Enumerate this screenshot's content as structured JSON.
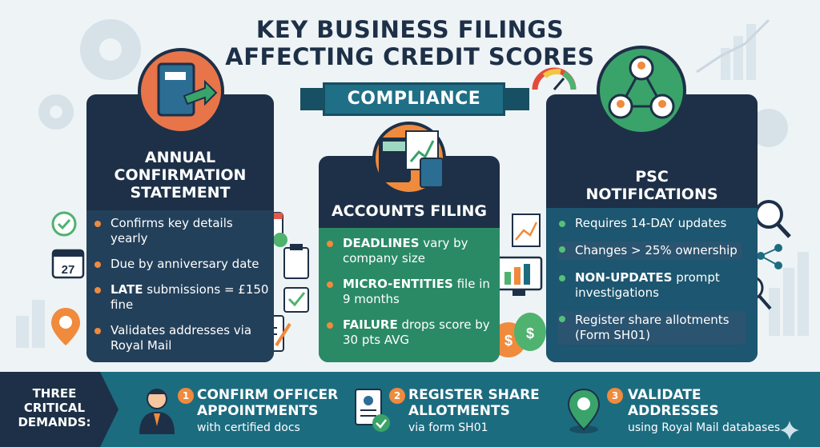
{
  "title": {
    "line1": "KEY BUSINESS FILINGS",
    "line2": "AFFECTING CREDIT SCORES"
  },
  "banner": "COMPLIANCE",
  "cards": {
    "annual": {
      "title_lines": [
        "ANNUAL",
        "CONFIRMATION",
        "STATEMENT"
      ],
      "items": [
        {
          "bold": "",
          "text": "Confirms key details yearly"
        },
        {
          "bold": "",
          "text": "Due by anniversary date"
        },
        {
          "bold": "LATE",
          "text": " submissions = £150 fine"
        },
        {
          "bold": "",
          "text": "Validates addresses via Royal Mail"
        }
      ]
    },
    "accounts": {
      "title": "ACCOUNTS FILING",
      "items": [
        {
          "bold": "DEADLINES",
          "text": " vary by company size"
        },
        {
          "bold": "MICRO-ENTITIES",
          "text": " file in 9 months"
        },
        {
          "bold": "FAILURE",
          "text": " drops score by 30 pts AVG"
        }
      ]
    },
    "psc": {
      "title_lines": [
        "PSC",
        "NOTIFICATIONS"
      ],
      "items": [
        {
          "bold": "",
          "text": "Requires 14-DAY updates"
        },
        {
          "bold": "",
          "text": "Changes > 25% ownership"
        },
        {
          "bold": "NON-UPDATES",
          "text": " prompt investigations"
        },
        {
          "bold": "",
          "text": "Register share allotments (Form SH01)"
        }
      ]
    }
  },
  "calendar_day": "27",
  "footer": {
    "label_lines": [
      "THREE",
      "CRITICAL",
      "DEMANDS:"
    ],
    "demands": [
      {
        "num": "1",
        "title_lines": [
          "CONFIRM OFFICER",
          "APPOINTMENTS"
        ],
        "sub": "with certified docs"
      },
      {
        "num": "2",
        "title_lines": [
          "REGISTER SHARE",
          "ALLOTMENTS"
        ],
        "sub": "via form SH01"
      },
      {
        "num": "3",
        "title_lines": [
          "VALIDATE",
          "ADDRESSES"
        ],
        "sub": "using Royal Mail databases"
      }
    ]
  },
  "colors": {
    "navy": "#1d3047",
    "teal": "#1c6c80",
    "green": "#2a8a66",
    "orange": "#f08a3c"
  }
}
